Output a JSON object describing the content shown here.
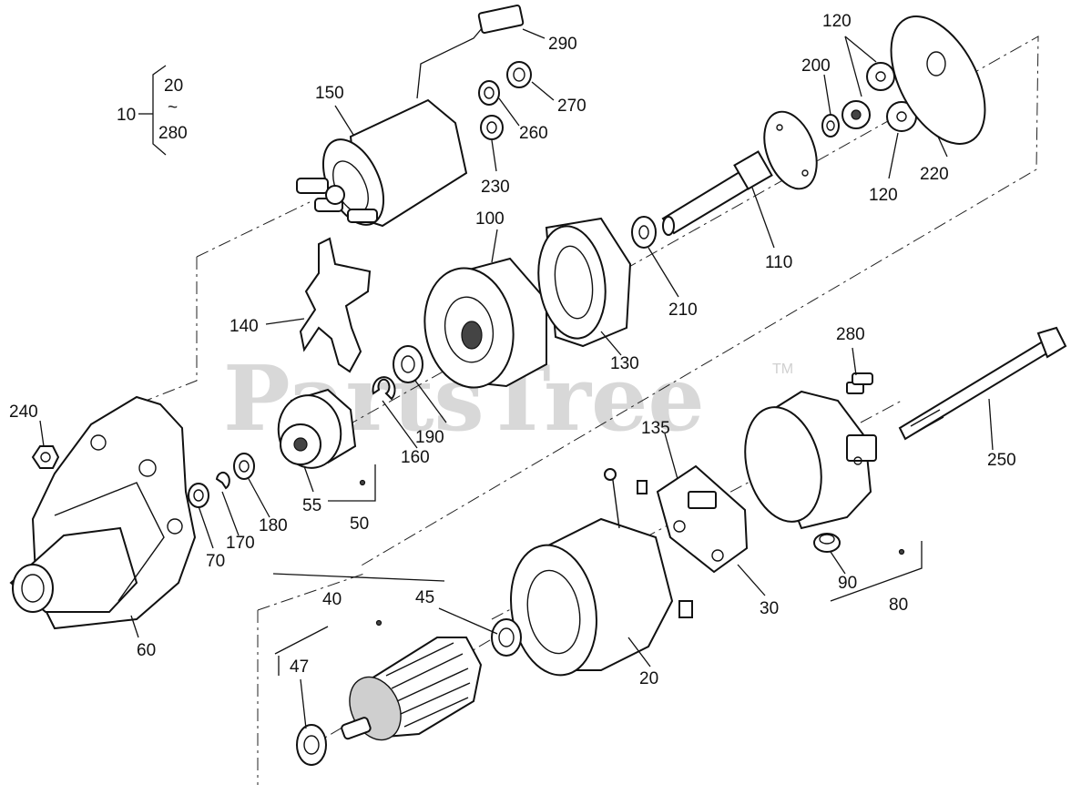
{
  "watermark": "PartsTree",
  "trademark": "TM",
  "assembly": {
    "number": "10",
    "range_start": "20",
    "range_sep": "~",
    "range_end": "280"
  },
  "callouts": {
    "c290": "290",
    "c270": "270",
    "c260": "260",
    "c230": "230",
    "c150": "150",
    "c200": "200",
    "c120a": "120",
    "c120b": "120",
    "c220": "220",
    "c110": "110",
    "c100": "100",
    "c210": "210",
    "c130": "130",
    "c140": "140",
    "c280": "280",
    "c240": "240",
    "c190": "190",
    "c160": "160",
    "c135": "135",
    "c250": "250",
    "c55": "55",
    "c50": "50",
    "c70": "70",
    "c170": "170",
    "c180": "180",
    "c60": "60",
    "c40": "40",
    "c45": "45",
    "c47": "47",
    "c20": "20",
    "c30": "30",
    "c90": "90",
    "c80": "80"
  }
}
